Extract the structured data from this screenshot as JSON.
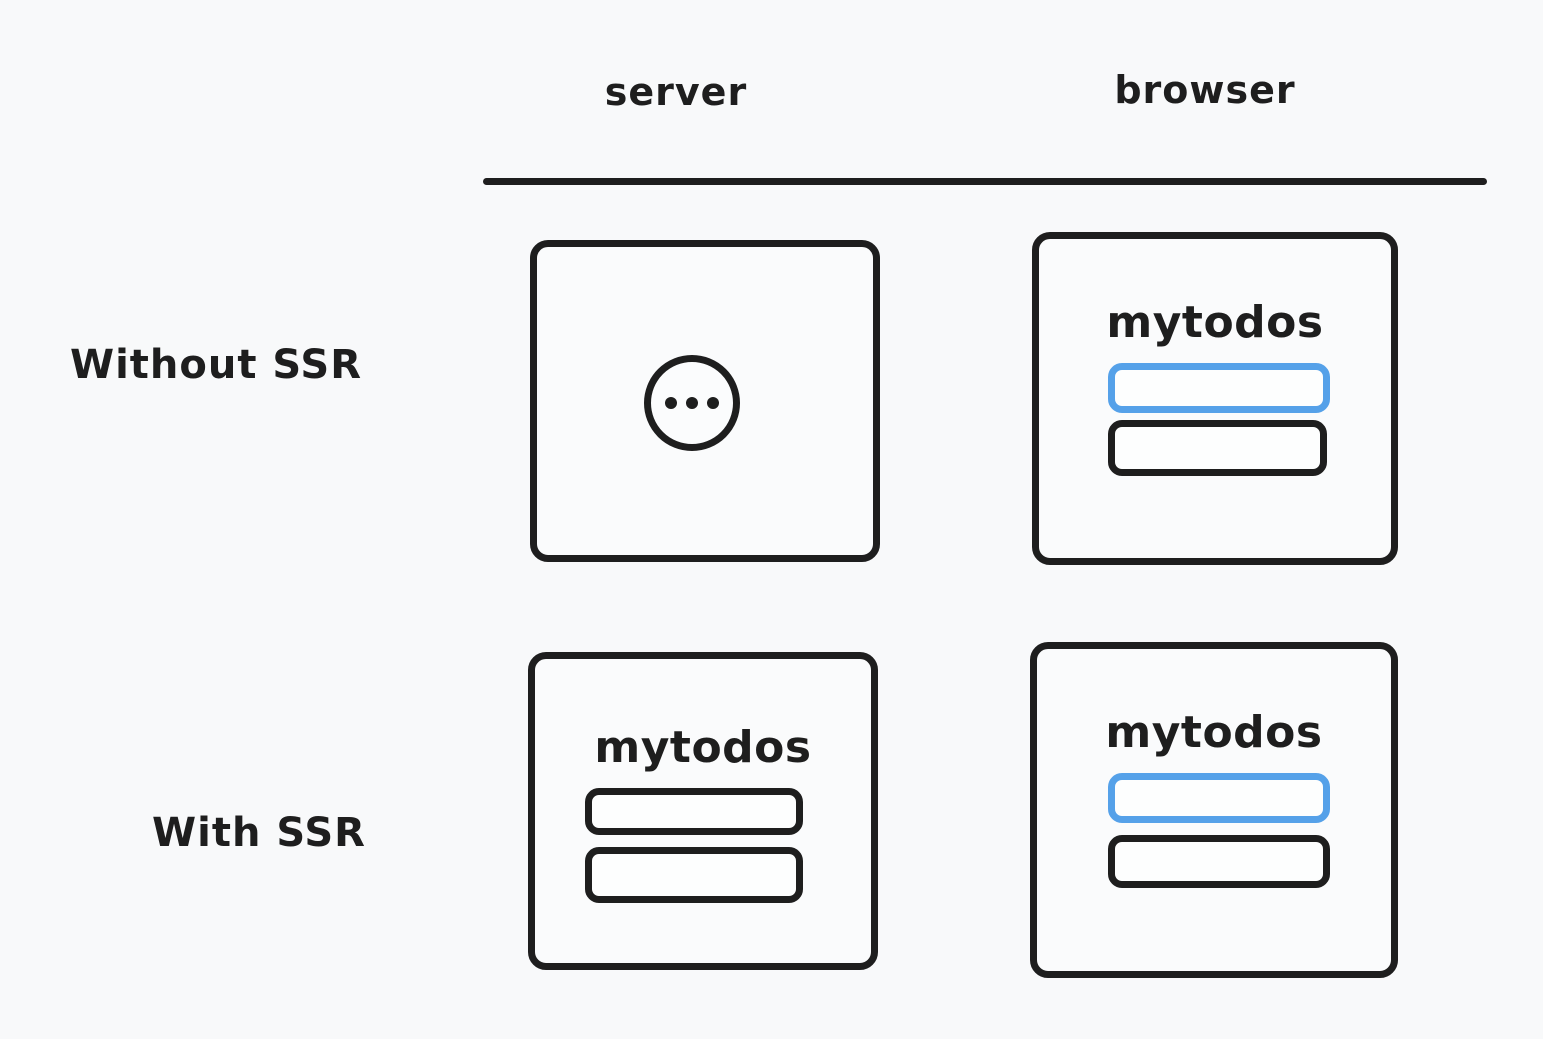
{
  "diagram": {
    "type": "comparison-table",
    "columns": [
      {
        "label": "server"
      },
      {
        "label": "browser"
      }
    ],
    "rows": [
      {
        "label": "Without SSR"
      },
      {
        "label": "With SSR"
      }
    ],
    "cells": {
      "without_ssr_server": {
        "icon": "ellipsis-loading-icon",
        "content": "loading ellipsis inside circle"
      },
      "without_ssr_browser": {
        "app_title": "mytodos",
        "todo_items": [
          {
            "variant": "highlighted"
          },
          {
            "variant": "plain"
          }
        ]
      },
      "with_ssr_server": {
        "app_title": "mytodos",
        "todo_items": [
          {
            "variant": "plain"
          },
          {
            "variant": "plain"
          }
        ]
      },
      "with_ssr_browser": {
        "app_title": "mytodos",
        "todo_items": [
          {
            "variant": "highlighted"
          },
          {
            "variant": "plain"
          }
        ]
      }
    },
    "colors": {
      "background": "#f8f9fa",
      "ink": "#1e1e1e",
      "accent_blue": "#55a1e9"
    }
  }
}
